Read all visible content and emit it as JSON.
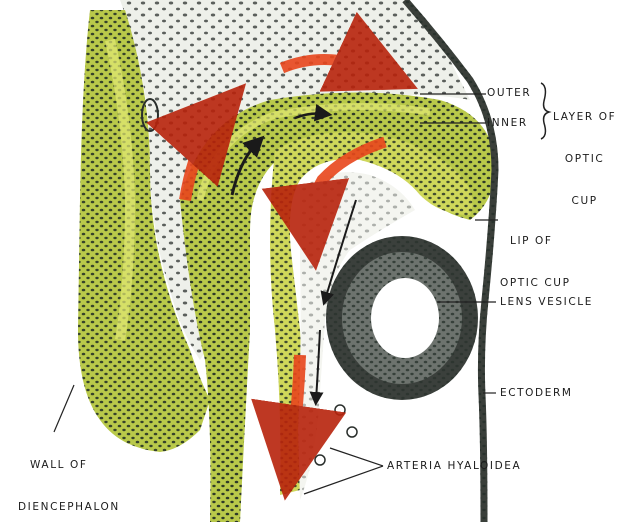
{
  "labels": {
    "outer": "OUTER",
    "inner": "INNER",
    "layer_of_optic_cup": [
      "LAYER OF",
      "OPTIC",
      "CUP"
    ],
    "lip_of_optic_cup": [
      "LIP OF",
      "OPTIC CUP"
    ],
    "lens_vesicle": "LENS VESICLE",
    "ectoderm": "ECTODERM",
    "wall_of_diencephalon": [
      "WALL OF",
      "DIENCEPHALON"
    ],
    "arteria_hyaloidea": "ARTERIA HYALOIDEA"
  },
  "colors": {
    "neural_tissue": "#b9c94a",
    "neural_tissue_light": "#e3ea74",
    "mesenchyme": "#eef0ea",
    "nuclei": "#1e2a24",
    "ectoderm": "#3a3f3a",
    "arrow_red": "#e8461c",
    "arrow_dark": "#1a1a1a",
    "line": "#222222"
  }
}
